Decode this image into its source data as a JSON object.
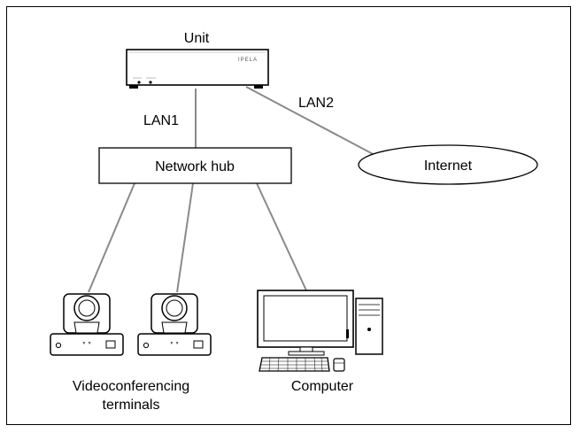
{
  "labels": {
    "unit": "Unit",
    "lan1": "LAN1",
    "lan2": "LAN2",
    "network_hub": "Network hub",
    "internet": "Internet",
    "videoconf_line1": "Videoconferencing",
    "videoconf_line2": "terminals",
    "computer": "Computer",
    "unit_brand": "IPELA"
  },
  "colors": {
    "link": "#8a8a8a",
    "outline": "#000000"
  }
}
